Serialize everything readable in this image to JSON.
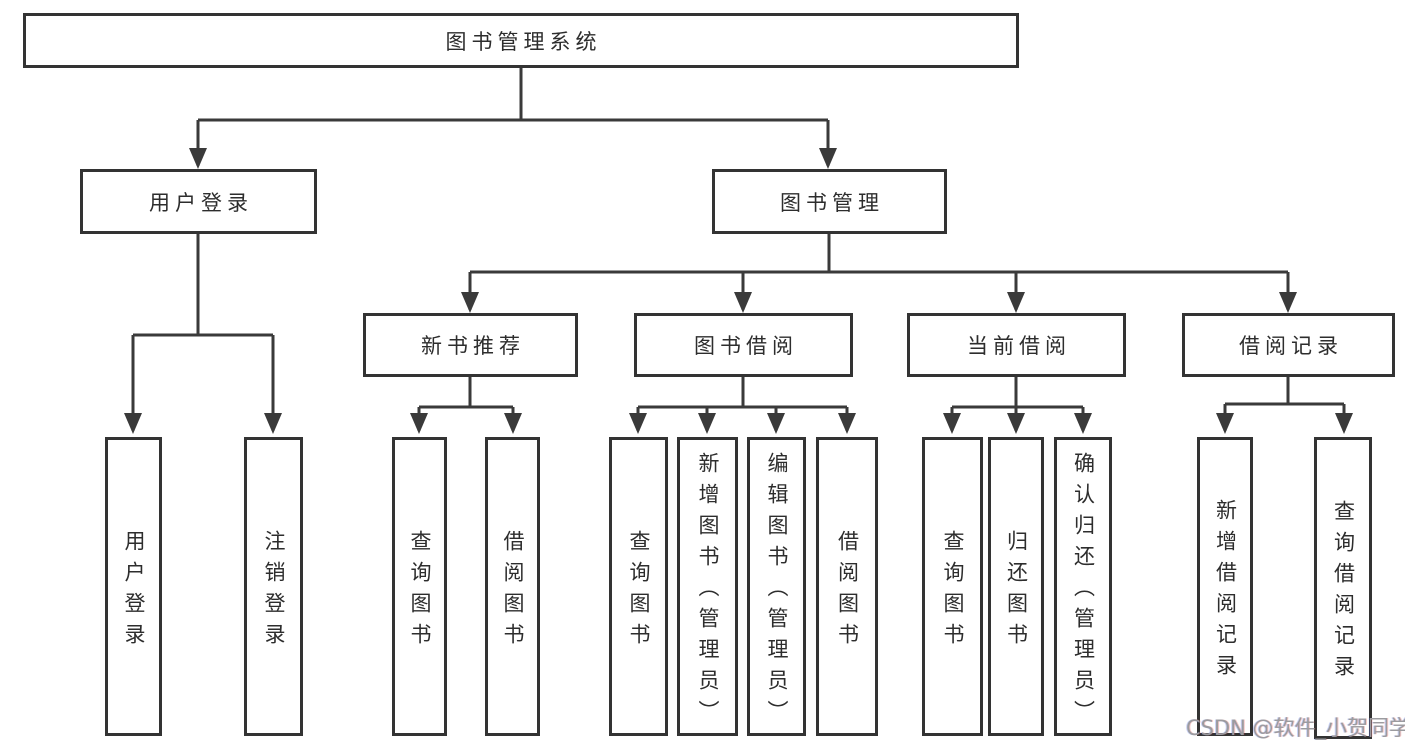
{
  "title": {
    "label": "图书管理系统"
  },
  "level2": [
    {
      "label": "用户登录"
    },
    {
      "label": "图书管理"
    }
  ],
  "level3": [
    {
      "label": "新书推荐"
    },
    {
      "label": "图书借阅"
    },
    {
      "label": "当前借阅"
    },
    {
      "label": "借阅记录"
    }
  ],
  "leaves": [
    {
      "label": "用户登录"
    },
    {
      "label": "注销登录"
    },
    {
      "label": "查询图书"
    },
    {
      "label": "借阅图书"
    },
    {
      "label": "查询图书"
    },
    {
      "label": "新增图书（管理员）"
    },
    {
      "label": "编辑图书（管理员）"
    },
    {
      "label": "借阅图书"
    },
    {
      "label": "查询图书"
    },
    {
      "label": "归还图书"
    },
    {
      "label": "确认归还（管理员）"
    },
    {
      "label": "新增借阅记录"
    },
    {
      "label": "查询借阅记录"
    }
  ],
  "watermark": "CSDN @软件_小贺同学",
  "colors": {
    "line": "#3a3a3a",
    "border": "#333333",
    "text": "#2d2d2d",
    "watermark": "#9b9b9f",
    "bg": "#ffffff"
  }
}
